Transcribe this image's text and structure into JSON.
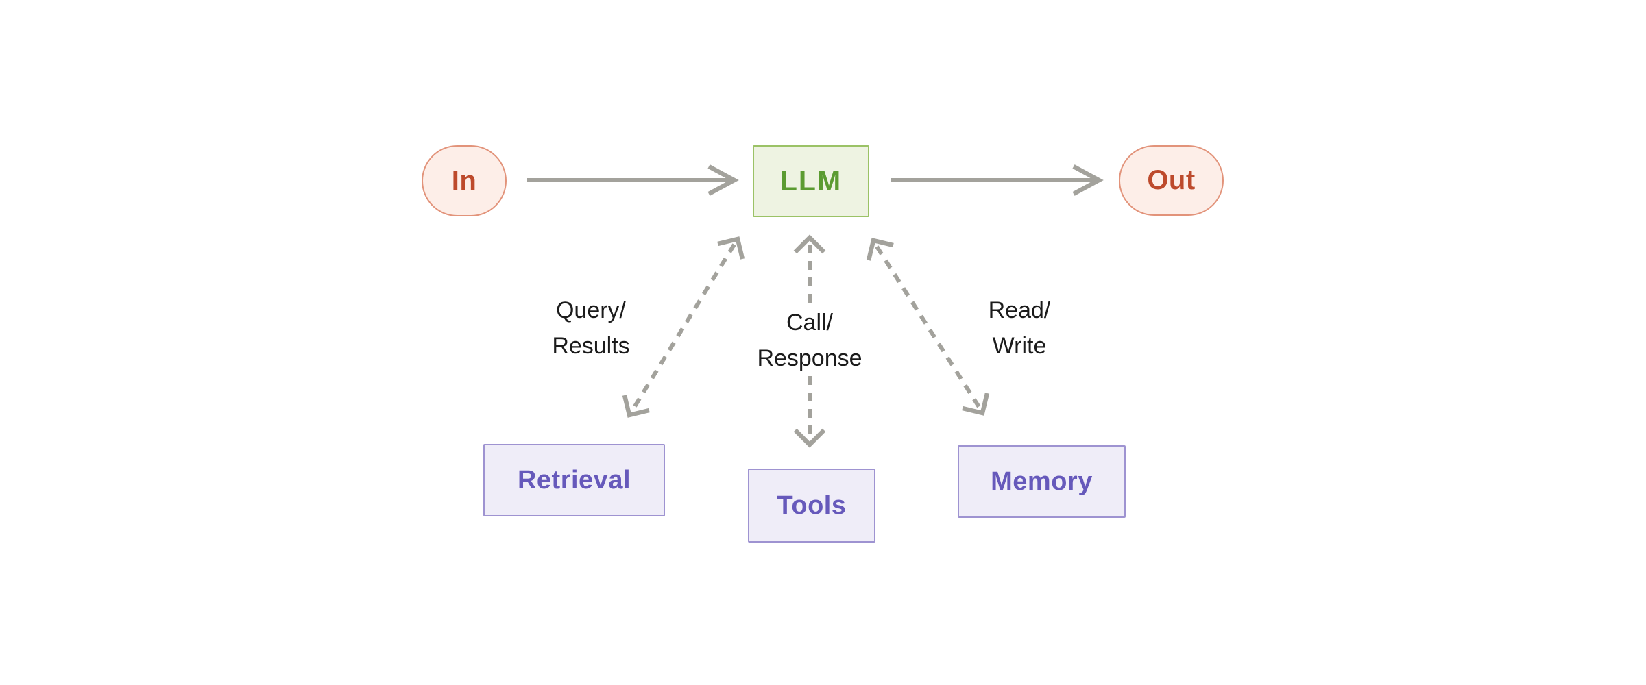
{
  "colors": {
    "background": "#ffffff",
    "io-fill": "#fdeee8",
    "io-border": "#e2937a",
    "io-text": "#bd4a2c",
    "llm-fill": "#eef3e2",
    "llm-border": "#9bc266",
    "llm-text": "#5b9b31",
    "module-fill": "#efedf8",
    "module-border": "#9e93d1",
    "module-text": "#6659bb",
    "arrow": "#a3a29c",
    "label-text": "#1b1b1b"
  },
  "nodes": {
    "in": {
      "label": "In"
    },
    "llm": {
      "label": "LLM"
    },
    "out": {
      "label": "Out"
    },
    "retrieval": {
      "label": "Retrieval"
    },
    "tools": {
      "label": "Tools"
    },
    "memory": {
      "label": "Memory"
    }
  },
  "edge_labels": {
    "retrieval": {
      "line1": "Query/",
      "line2": "Results"
    },
    "tools": {
      "line1": "Call/",
      "line2": "Response"
    },
    "memory": {
      "line1": "Read/",
      "line2": "Write"
    }
  }
}
